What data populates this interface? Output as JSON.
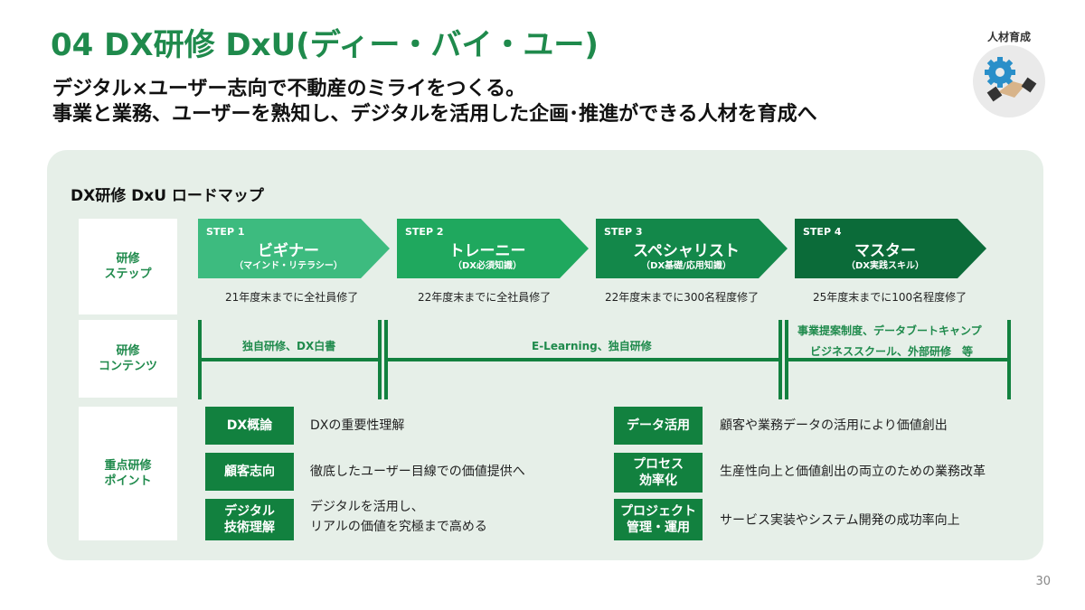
{
  "header": {
    "title": "04 DX研修 DxU(ディー・バイ・ユー)",
    "subtitle_line1": "デジタル×ユーザー志向で不動産のミライをつくる。",
    "subtitle_line2": "事業と業務、ユーザーを熟知し、デジタルを活用した企画･推進ができる人材を育成へ",
    "badge_label": "人材育成",
    "badge_icons": [
      "gear-icon",
      "handshake-icon"
    ]
  },
  "roadmap": {
    "title": "DX研修 DxU ロードマップ",
    "row_labels": {
      "steps": "研修\nステップ",
      "contents": "研修\nコンテンツ",
      "points": "重点研修\nポイント"
    },
    "steps": [
      {
        "no": "STEP 1",
        "name": "ビギナー",
        "sub": "（マインド・リテラシー）",
        "goal": "21年度末までに全社員修了",
        "color": "#3dbb7f"
      },
      {
        "no": "STEP 2",
        "name": "トレーニー",
        "sub": "（DX必須知識）",
        "goal": "22年度末までに全社員修了",
        "color": "#1fa85e"
      },
      {
        "no": "STEP 3",
        "name": "スペシャリスト",
        "sub": "（DX基礎/応用知識）",
        "goal": "22年度末までに300名程度修了",
        "color": "#13884a"
      },
      {
        "no": "STEP 4",
        "name": "マスター",
        "sub": "（DX実践スキル）",
        "goal": "25年度末までに100名程度修了",
        "color": "#0b6b39"
      }
    ],
    "contents": {
      "segment1": "独自研修、DX白書",
      "segment2": "E-Learning、独自研修",
      "segment3_line1": "事業提案制度、データブートキャンプ",
      "segment3_line2": "ビジネススクール、外部研修　等"
    },
    "points": [
      {
        "label": "DX概論",
        "desc": "DXの重要性理解"
      },
      {
        "label": "顧客志向",
        "desc": "徹底したユーザー目線での価値提供へ"
      },
      {
        "label": "デジタル\n技術理解",
        "desc": "デジタルを活用し、\nリアルの価値を究極まで高める"
      },
      {
        "label": "データ活用",
        "desc": "顧客や業務データの活用により価値創出"
      },
      {
        "label": "プロセス\n効率化",
        "desc": "生産性向上と価値創出の両立のための業務改革"
      },
      {
        "label": "プロジェクト\n管理・運用",
        "desc": "サービス実装やシステム開発の成功率向上"
      }
    ]
  },
  "page_number": "30",
  "colors": {
    "brand_green": "#1f8a4c",
    "panel_bg": "#e6efe8",
    "point_box": "#12813f"
  }
}
